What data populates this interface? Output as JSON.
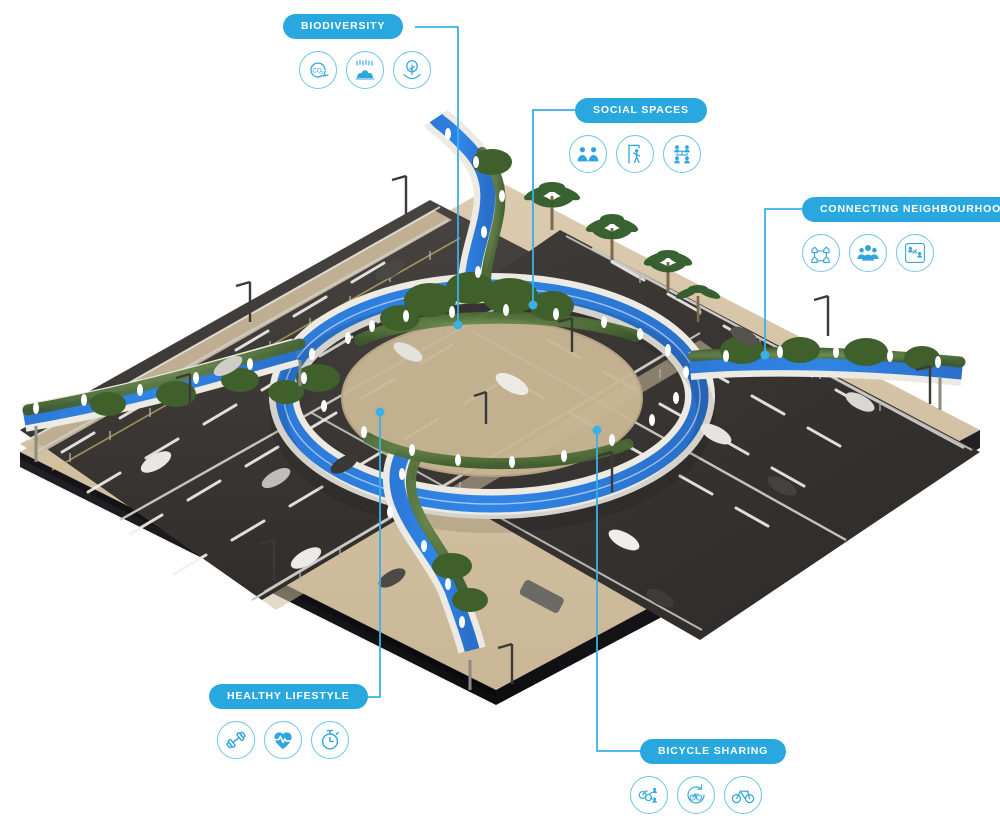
{
  "title": "Elevated circular pedestrian and cycling bridge over highway interchange",
  "theme": {
    "accent": "#29a8e0",
    "accent_line": "#3ab0e5",
    "icon_ring": "#6fc5ea",
    "pill_text": "#ffffff",
    "bridge_deck": "#2f7fe0",
    "bridge_edge": "#e8e6df",
    "asphalt": "#3e3b38",
    "sand": "#d9c7ab",
    "base_dark": "#17161a",
    "vegetation": "#4e6b39"
  },
  "callouts": [
    {
      "id": "biodiversity",
      "label": "BIODIVERSITY",
      "icons": [
        {
          "name": "co2-reduction-icon",
          "title": "CO2"
        },
        {
          "name": "planting-rain-icon",
          "title": "Planting"
        },
        {
          "name": "tree-in-hand-icon",
          "title": "Tree in hand"
        }
      ]
    },
    {
      "id": "social-spaces",
      "label": "SOCIAL SPACES",
      "icons": [
        {
          "name": "two-people-icon",
          "title": "Two people"
        },
        {
          "name": "pedestrian-walking-icon",
          "title": "Pedestrian"
        },
        {
          "name": "people-network-icon",
          "title": "People network"
        }
      ]
    },
    {
      "id": "connecting-neighbourhoods",
      "label": "CONNECTING NEIGHBOURHOODS",
      "icons": [
        {
          "name": "houses-connected-icon",
          "title": "Houses connected"
        },
        {
          "name": "people-group-icon",
          "title": "Group of people"
        },
        {
          "name": "community-network-icon",
          "title": "Community network"
        }
      ]
    },
    {
      "id": "healthy-lifestyle",
      "label": "HEALTHY LIFESTYLE",
      "icons": [
        {
          "name": "dumbbell-icon",
          "title": "Dumbbell"
        },
        {
          "name": "heart-pulse-icon",
          "title": "Heart pulse"
        },
        {
          "name": "stopwatch-icon",
          "title": "Stopwatch"
        }
      ]
    },
    {
      "id": "bicycle-sharing",
      "label": "BICYCLE SHARING",
      "icons": [
        {
          "name": "bike-share-nodes-icon",
          "title": "Bike share"
        },
        {
          "name": "bike-cycle-arrows-icon",
          "title": "Bike cycle"
        },
        {
          "name": "bicycle-icon",
          "title": "Bicycle"
        }
      ]
    }
  ]
}
